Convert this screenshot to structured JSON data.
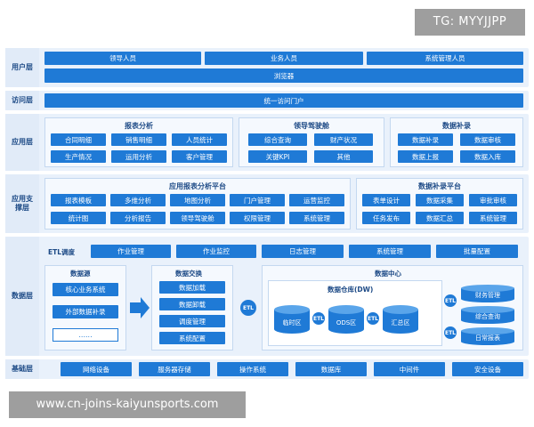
{
  "watermarks": {
    "top": "TG: MYYJJPP",
    "bottom": "www.cn-joins-kaiyunsports.com"
  },
  "layers": {
    "user": {
      "label": "用户层",
      "roles": [
        "领导人员",
        "业务人员",
        "系统管理人员"
      ],
      "browser": "浏览器"
    },
    "access": {
      "label": "访问层",
      "portal": "统一访问门户"
    },
    "app": {
      "label": "应用层",
      "groups": [
        {
          "title": "报表分析",
          "items": [
            "合同明细",
            "销售明细",
            "人员统计",
            "生产情况",
            "运用分析",
            "客户管理"
          ]
        },
        {
          "title": "领导驾驶舱",
          "items": [
            "综合查询",
            "财产状况",
            "关键KPI",
            "其他"
          ]
        },
        {
          "title": "数据补录",
          "items": [
            "数据补录",
            "数据审核",
            "数据上报",
            "数据入库"
          ]
        }
      ]
    },
    "support": {
      "label": "应用支撑层",
      "groups": [
        {
          "title": "应用报表分析平台",
          "items": [
            "报表模板",
            "多维分析",
            "地图分析",
            "门户管理",
            "运营监控",
            "统计图",
            "分析报告",
            "领导驾驶舱",
            "权限管理",
            "系统管理"
          ]
        },
        {
          "title": "数据补录平台",
          "items": [
            "表单设计",
            "数据采集",
            "审批审核",
            "任务发布",
            "数据汇总",
            "系统管理"
          ]
        }
      ]
    },
    "data": {
      "label": "数据层",
      "etl": {
        "label": "ETL调度",
        "items": [
          "作业管理",
          "作业监控",
          "日志管理",
          "系统管理",
          "批量配置"
        ]
      },
      "source": {
        "title": "数据源",
        "items": [
          "核心业务系统",
          "外部数据补录"
        ],
        "more": "......"
      },
      "exchange": {
        "title": "数据交换",
        "items": [
          "数据加载",
          "数据卸载",
          "调度管理",
          "系统配置"
        ]
      },
      "center": {
        "title": "数据中心",
        "warehouse_title": "数据仓库(DW)",
        "zones": [
          "临时区",
          "ODS区",
          "汇总区"
        ],
        "outputs": [
          "财务管理",
          "综合查询",
          "日常报表"
        ],
        "etl_tag": "ETL"
      }
    },
    "base": {
      "label": "基础层",
      "items": [
        "网络设备",
        "服务器存储",
        "操作系统",
        "数据库",
        "中间件",
        "安全设备"
      ]
    }
  },
  "colors": {
    "primary": "#1f7ad6",
    "panel_bg": "#e9f1fb",
    "text": "#1d4a86"
  }
}
